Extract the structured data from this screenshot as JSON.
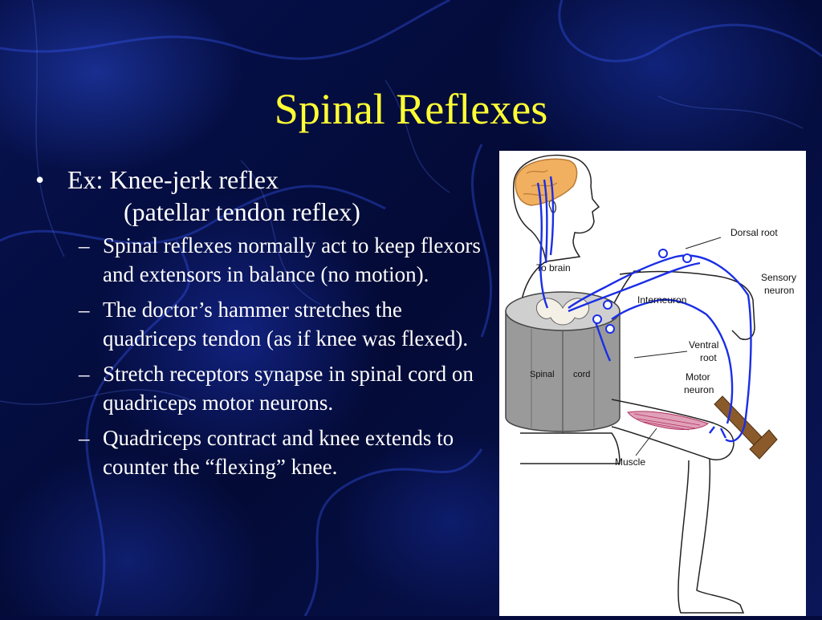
{
  "slide": {
    "title": "Spinal Reflexes",
    "bullet": {
      "line1": "Ex: Knee-jerk reflex",
      "line2": "(patellar tendon reflex)"
    },
    "subitems": [
      "Spinal reflexes normally act to keep flexors and extensors in balance (no motion).",
      "The doctor’s hammer stretches the quadriceps tendon (as if knee was flexed).",
      "Stretch receptors synapse in spinal cord on quadriceps motor neurons.",
      "Quadriceps contract and knee extends to counter the “flexing” knee."
    ]
  },
  "diagram": {
    "labels": {
      "dorsal_root": "Dorsal root",
      "to_brain": "To brain",
      "sensory": "Sensory",
      "neuron": "neuron",
      "interneuron": "Interneuron",
      "ventral": "Ventral",
      "root": "root",
      "motor": "Motor",
      "motor_neuron": "neuron",
      "spinal": "Spinal",
      "cord": "cord",
      "muscle": "Muscle"
    }
  },
  "colors": {
    "title": "#ffff33",
    "text": "#ffffff",
    "nerve": "#1a2ee6",
    "brain": "#f0b060",
    "cord": "#9a9a9a",
    "hammer": "#8b5a2b"
  }
}
